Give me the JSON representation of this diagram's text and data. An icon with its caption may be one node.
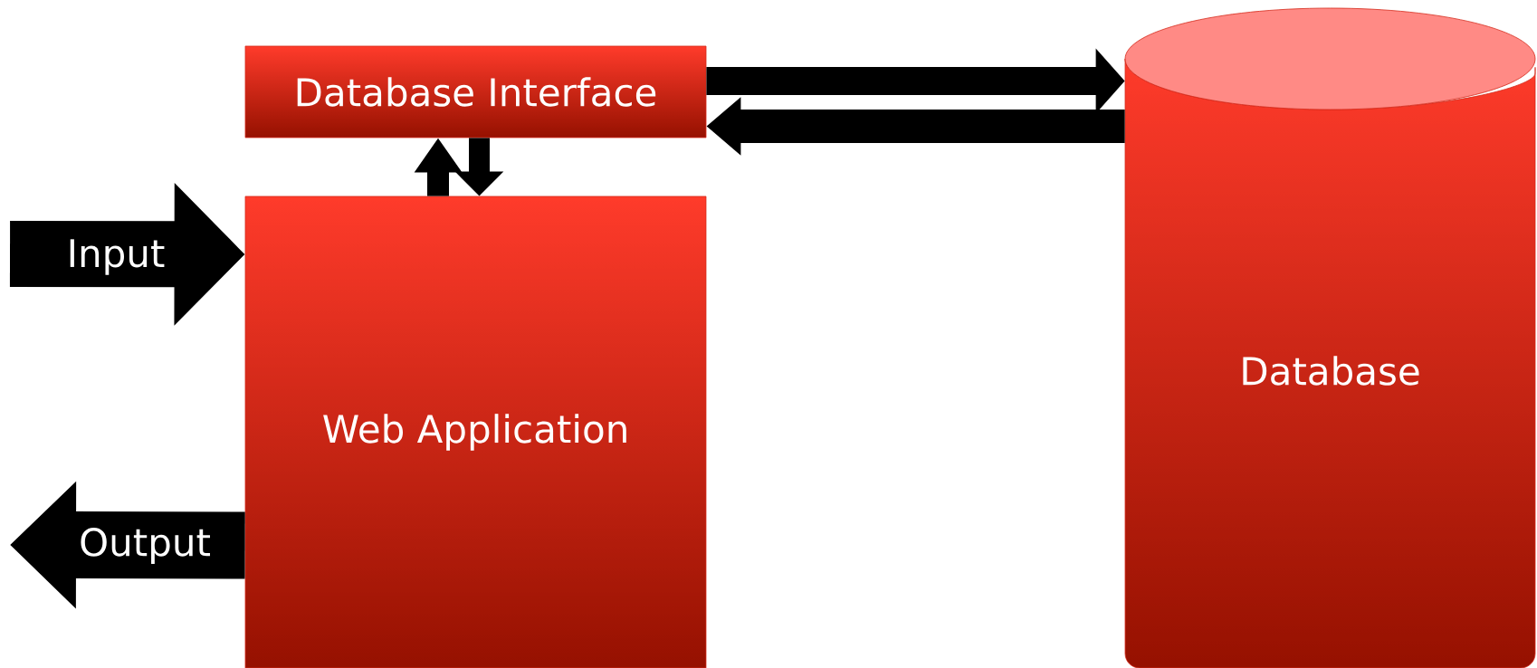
{
  "diagram": {
    "nodes": [
      {
        "text": [
          "Database Interface"
        ]
      },
      {
        "text": [
          "Web Application"
        ]
      },
      {
        "text": [
          "Database"
        ]
      }
    ],
    "edges": [
      {
        "from": null,
        "to": 1,
        "arrow": "to",
        "label": "Input",
        "style": "thick"
      },
      {
        "from": 1,
        "to": null,
        "arrow": "to",
        "label": "Output",
        "style": "thick"
      },
      {
        "from": 0,
        "to": 2,
        "arrow": "to"
      },
      {
        "from": 2,
        "to": 0,
        "arrow": "to"
      },
      {
        "from": 1,
        "to": 0,
        "arrow": "to"
      },
      {
        "from": 0,
        "to": 1,
        "arrow": "to"
      }
    ]
  }
}
